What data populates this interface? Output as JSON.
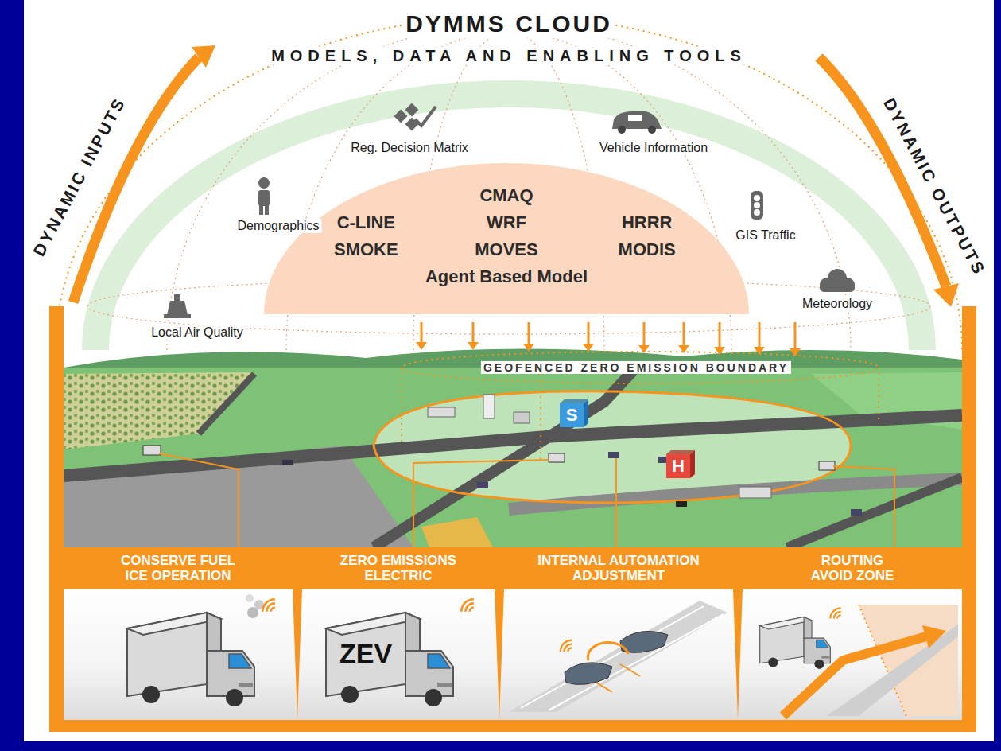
{
  "diagram": {
    "nodes": [
      {
        "text": [
          "CMAQ",
          "C-LINE",
          "WRF",
          "HRRR",
          "SMOKE",
          "MOVES",
          "MODIS",
          "Agent Based Model"
        ]
      },
      {
        "text": [
          "S"
        ]
      },
      {
        "text": [
          "H"
        ]
      },
      {
        "text": [
          "CONSERVE FUEL ICE OPERATION"
        ]
      },
      {
        "text": [
          "ZERO EMISSIONS ELECTRIC"
        ]
      },
      {
        "text": [
          "INTERNAL AUTOMATION ADJUSTMENT"
        ]
      },
      {
        "text": [
          "ROUTING AVOID ZONE"
        ]
      }
    ],
    "labels": [
      "DYMMS CLOUD",
      "MODELS, DATA AND ENABLING TOOLS",
      "DYNAMIC INPUTS",
      "DYNAMIC OUTPUTS",
      "Reg. Decision Matrix",
      "Vehicle Information",
      "Demographics",
      "GIS Traffic",
      "Local Air Quality",
      "Meteorology",
      "GEOFENCED ZERO EMISSION BOUNDARY",
      "ZEV"
    ]
  }
}
